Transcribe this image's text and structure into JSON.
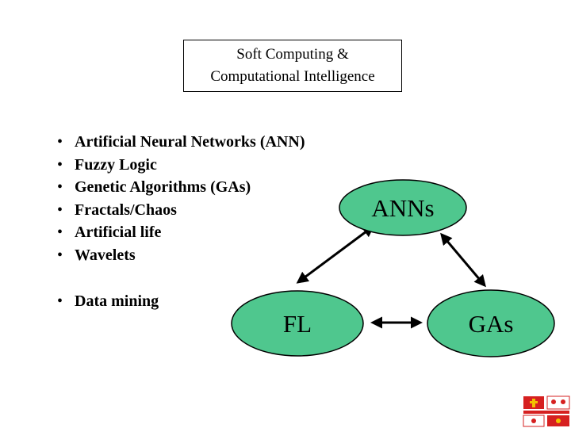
{
  "title": {
    "line1": "Soft Computing &",
    "line2": "Computational Intelligence"
  },
  "bullet_symbol": "•",
  "bullets": [
    "Artificial Neural Networks (ANN)",
    "Fuzzy Logic",
    "Genetic Algorithms (GAs)",
    "Fractals/Chaos",
    "Artificial life",
    "Wavelets"
  ],
  "extra_bullet": "Data mining",
  "diagram": {
    "nodes": {
      "anns": "ANNs",
      "fl": "FL",
      "gas": "GAs"
    },
    "node_fill": "#4fc78e",
    "arrows": [
      "anns-fl",
      "anns-gas",
      "fl-gas"
    ]
  },
  "logo": {
    "icon": "university-crest-icon",
    "colors": [
      "#d62020",
      "#f2c200",
      "#ffffff"
    ]
  }
}
